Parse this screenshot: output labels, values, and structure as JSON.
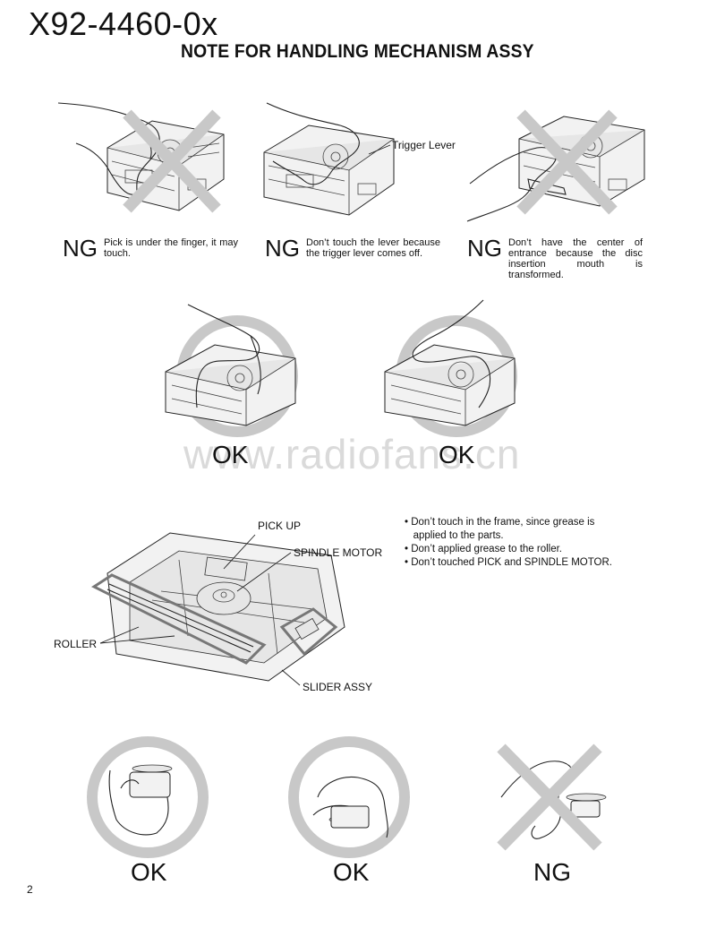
{
  "header": {
    "doc_id": "X92-4460-0x",
    "title": "NOTE FOR HANDLING MECHANISM ASSY"
  },
  "ng_row": [
    {
      "mark": "NG",
      "text": "Pick is under the finger, it may touch."
    },
    {
      "mark": "NG",
      "text": "Don’t touch the lever because the trigger lever comes off.",
      "callout": "Trigger Lever"
    },
    {
      "mark": "NG",
      "text": "Don’t have the center of entrance because the disc insertion mouth is transformed."
    }
  ],
  "ok_row": [
    {
      "mark": "OK"
    },
    {
      "mark": "OK"
    }
  ],
  "watermark": "www.radiofans.cn",
  "parts_diagram": {
    "labels": {
      "pick_up": "PICK UP",
      "spindle_motor": "SPINDLE MOTOR",
      "roller": "ROLLER",
      "slider_assy": "SLIDER ASSY"
    },
    "notes": [
      "• Don’t touch in the frame, since grease is",
      "   applied to the parts.",
      "• Don’t applied grease to the roller.",
      "• Don’t touched PICK and SPINDLE MOTOR."
    ]
  },
  "bottom_row": [
    {
      "mark": "OK"
    },
    {
      "mark": "OK"
    },
    {
      "mark": "NG"
    }
  ],
  "page_number": "2"
}
